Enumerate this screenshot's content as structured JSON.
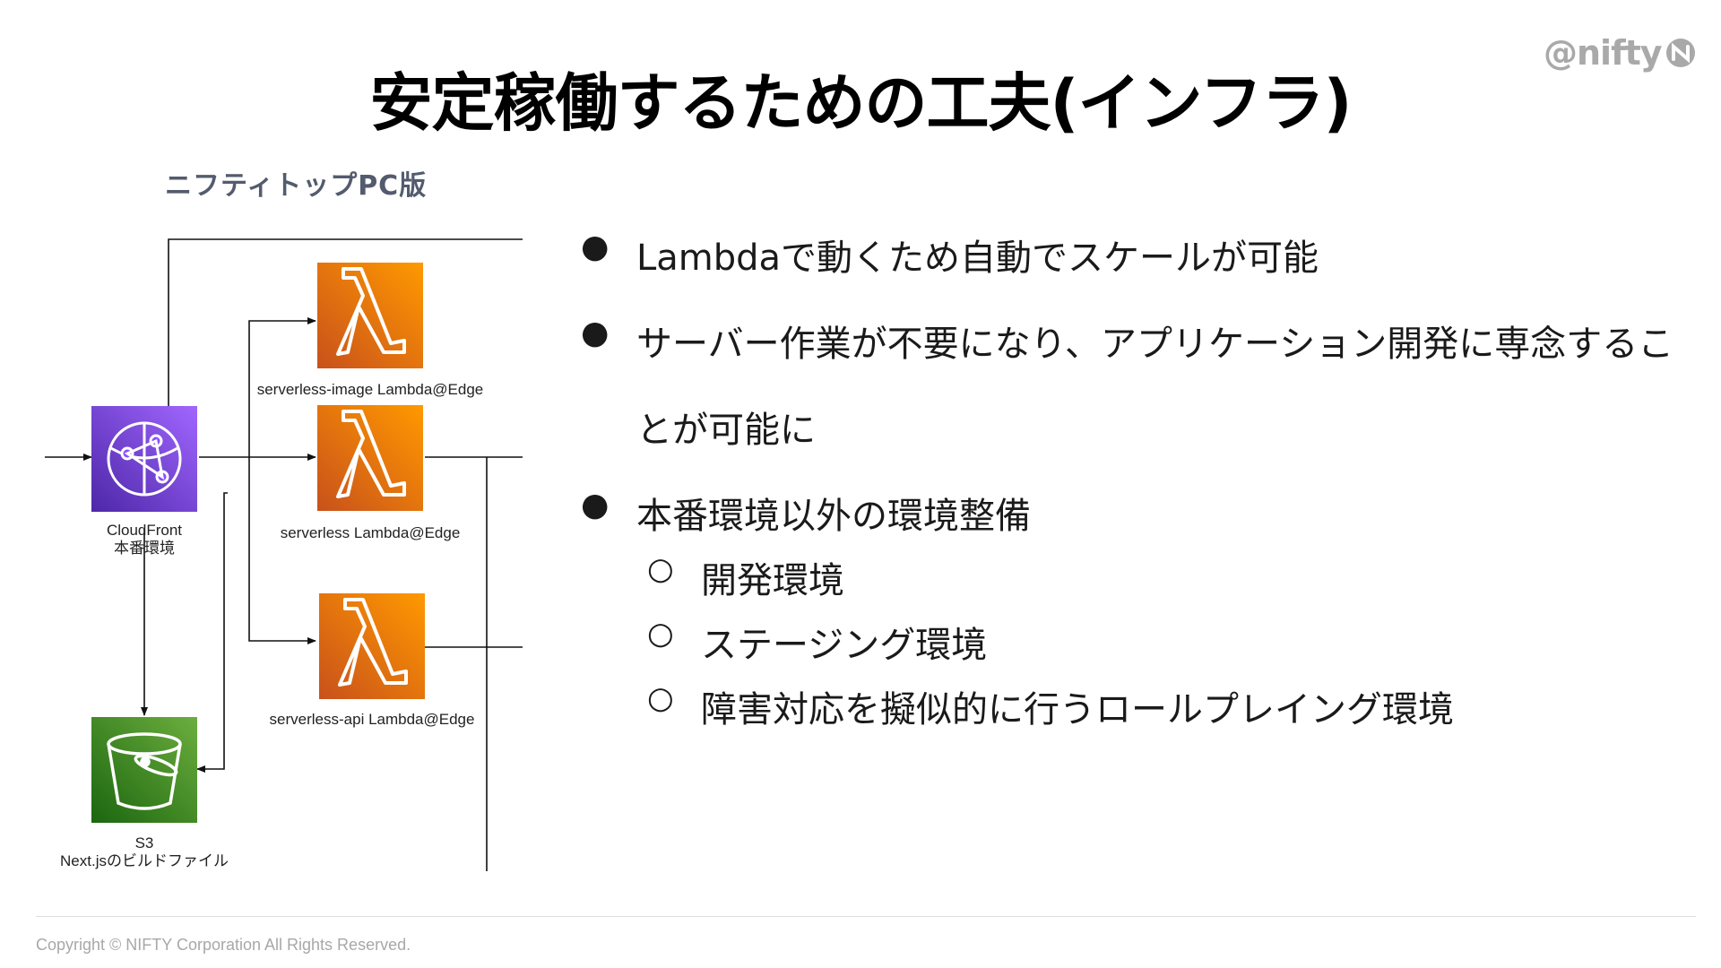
{
  "logo": {
    "text": "@nifty"
  },
  "title": "安定稼働するための工夫(インフラ)",
  "diagram": {
    "caption": "ニフティトップPC版",
    "nodes": {
      "cloudfront": {
        "label_line1": "CloudFront",
        "label_line2": "本番環境"
      },
      "lambda_image": {
        "label": "serverless-image Lambda@Edge"
      },
      "lambda_main": {
        "label": "serverless Lambda@Edge"
      },
      "lambda_api": {
        "label": "serverless-api Lambda@Edge"
      },
      "s3": {
        "label_line1": "S3",
        "label_line2": "Next.jsのビルドファイル"
      }
    },
    "colors": {
      "cloudfront": "#8c4fff",
      "lambda": "#ed7100",
      "s3": "#3f8624"
    }
  },
  "bullets": [
    {
      "level": 1,
      "marker": "●",
      "text": "Lambdaで動くため自動でスケールが可能"
    },
    {
      "level": 1,
      "marker": "●",
      "text": "サーバー作業が不要になり、アプリケーション開発に専念するこ"
    },
    {
      "level": 1,
      "marker": "",
      "text": "とが可能に"
    },
    {
      "level": 1,
      "marker": "●",
      "text": "本番環境以外の環境整備"
    },
    {
      "level": 2,
      "marker": "○",
      "text": "開発環境"
    },
    {
      "level": 2,
      "marker": "○",
      "text": "ステージング環境"
    },
    {
      "level": 2,
      "marker": "○",
      "text": "障害対応を擬似的に行うロールプレイング環境"
    }
  ],
  "footer": {
    "copyright": "Copyright © NIFTY Corporation All Rights Reserved."
  }
}
